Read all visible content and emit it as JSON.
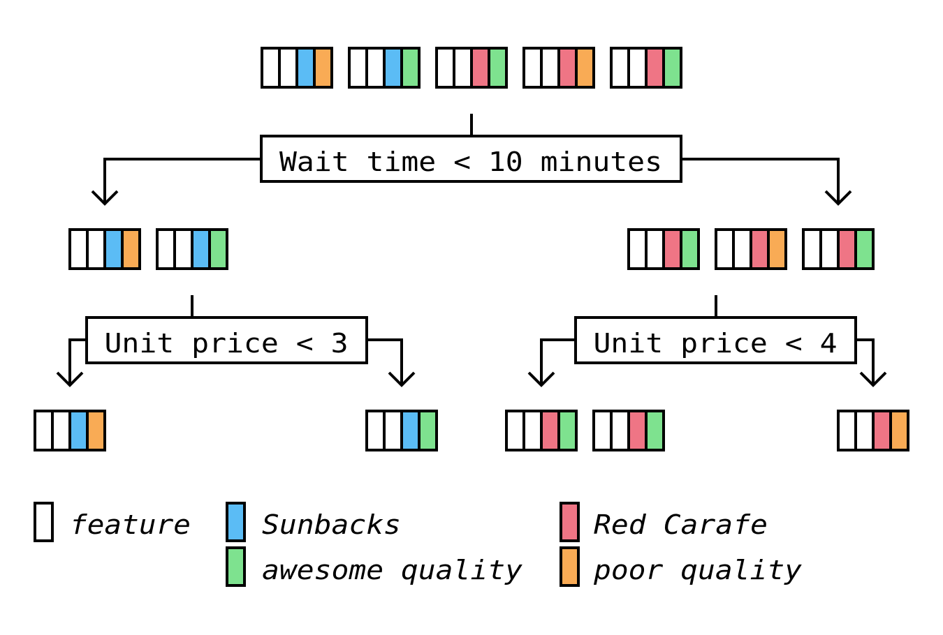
{
  "colors": {
    "feature": "#ffffff",
    "sunbacks": "#5bbcf5",
    "red_carafe": "#ef7585",
    "awesome_quality": "#7ee28f",
    "poor_quality": "#f9ab55",
    "stroke": "#000000"
  },
  "root": {
    "samples": [
      [
        "sunbacks",
        "poor_quality"
      ],
      [
        "sunbacks",
        "awesome_quality"
      ],
      [
        "red_carafe",
        "awesome_quality"
      ],
      [
        "red_carafe",
        "poor_quality"
      ],
      [
        "red_carafe",
        "awesome_quality"
      ]
    ],
    "split_label": "Wait time < 10 minutes"
  },
  "left": {
    "samples": [
      [
        "sunbacks",
        "poor_quality"
      ],
      [
        "sunbacks",
        "awesome_quality"
      ]
    ],
    "split_label": "Unit price < 3",
    "left_leaf": [
      [
        "sunbacks",
        "poor_quality"
      ]
    ],
    "right_leaf": [
      [
        "sunbacks",
        "awesome_quality"
      ]
    ]
  },
  "right": {
    "samples": [
      [
        "red_carafe",
        "awesome_quality"
      ],
      [
        "red_carafe",
        "poor_quality"
      ],
      [
        "red_carafe",
        "awesome_quality"
      ]
    ],
    "split_label": "Unit price < 4",
    "left_leaf": [
      [
        "red_carafe",
        "awesome_quality"
      ],
      [
        "red_carafe",
        "awesome_quality"
      ]
    ],
    "right_leaf": [
      [
        "red_carafe",
        "poor_quality"
      ]
    ]
  },
  "legend": {
    "feature": "feature",
    "sunbacks": "Sunbacks",
    "awesome_quality": "awesome quality",
    "red_carafe": "Red Carafe",
    "poor_quality": "poor quality"
  }
}
